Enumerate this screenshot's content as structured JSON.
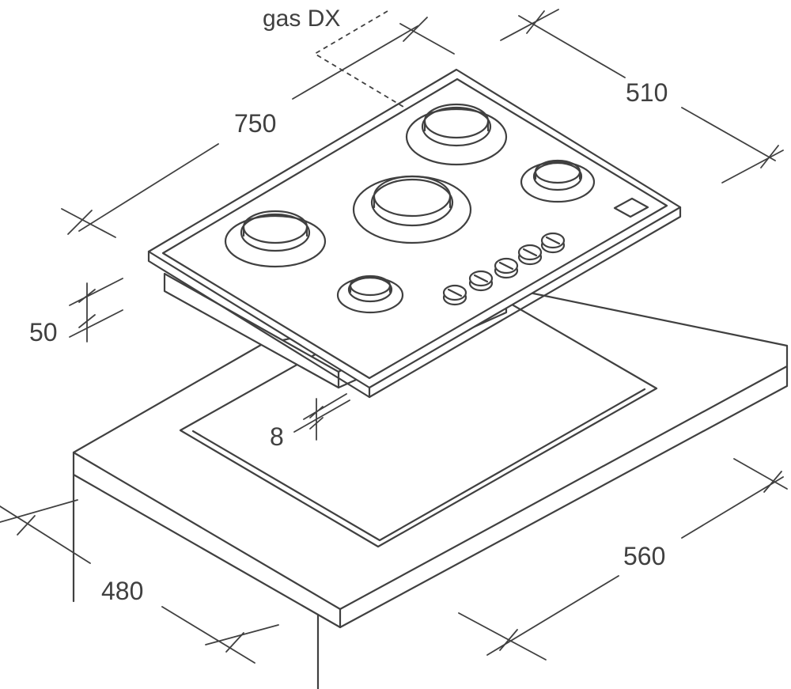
{
  "model_label": "gas DX",
  "dimensions": {
    "hob_width": "750",
    "hob_depth": "510",
    "hob_height": "50",
    "lip_thickness": "8",
    "cutout_depth": "480",
    "cutout_width": "560"
  },
  "hob": {
    "burners": [
      "large-burner-rear",
      "medium-burner-center",
      "medium-burner-left",
      "small-burner-right",
      "small-burner-front"
    ],
    "control_knob_count": 5,
    "has_display_panel": true
  },
  "colors": {
    "line": "#404040",
    "background": "#ffffff"
  }
}
